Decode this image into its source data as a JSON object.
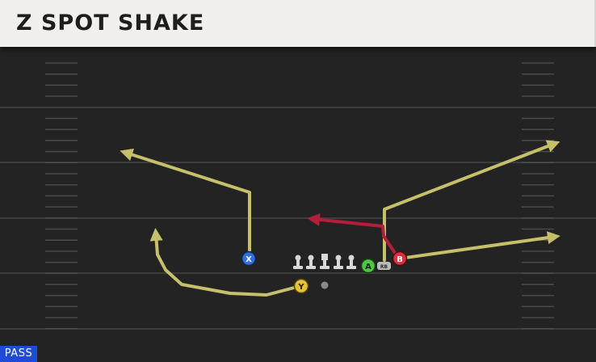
{
  "play": {
    "title": "Z SPOT SHAKE",
    "formation_tag": "PASS"
  },
  "colors": {
    "field": "#232323",
    "yard_line": "#3c3c3c",
    "hash": "#4a4a4a",
    "route_primary": "#c6c06a",
    "route_highlight": "#b31e3a",
    "player_x": "#2f6fd6",
    "player_y": "#e6c23a",
    "player_a": "#54c24a",
    "player_b": "#d8323e",
    "lineman": "#d8d8d8"
  },
  "players": {
    "x": {
      "label": "X",
      "icon": "blue-circle"
    },
    "y": {
      "label": "Y",
      "icon": "yellow-circle"
    },
    "a": {
      "label": "A",
      "icon": "green-circle"
    },
    "b": {
      "label": "B",
      "icon": "red-circle"
    },
    "rb": {
      "label": "RB"
    }
  }
}
